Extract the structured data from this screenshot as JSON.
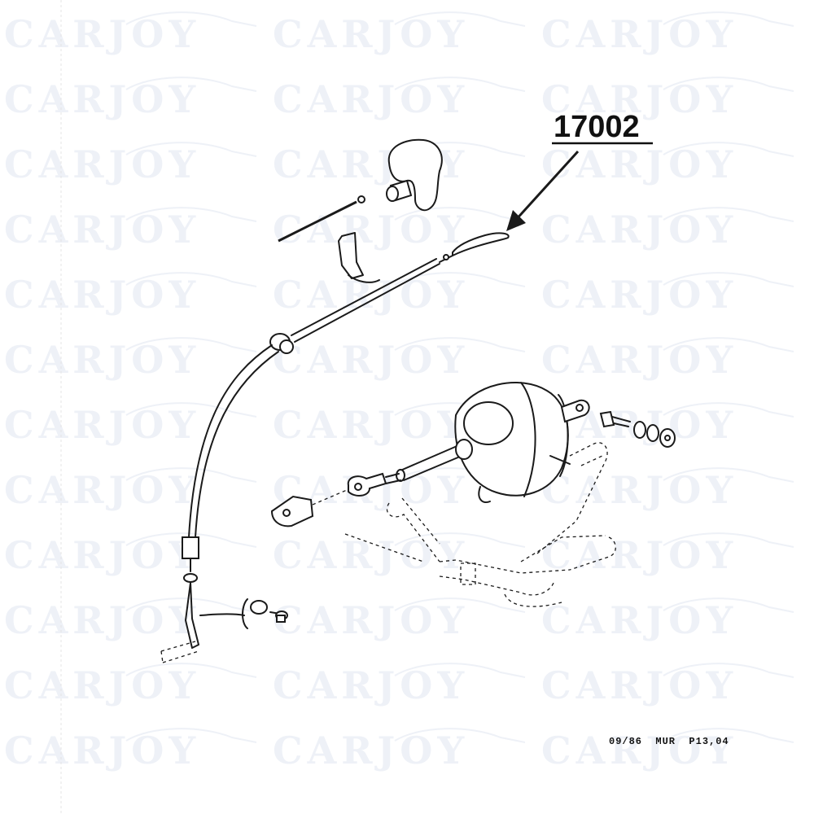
{
  "watermark": {
    "text": "CARJOY",
    "color": "#eef1f7"
  },
  "callout": {
    "part_number": "17002"
  },
  "footer": {
    "ref_code": "09/86  MUR  P13,04"
  },
  "colors": {
    "ink": "#1a1a1a",
    "background": "#ffffff"
  }
}
